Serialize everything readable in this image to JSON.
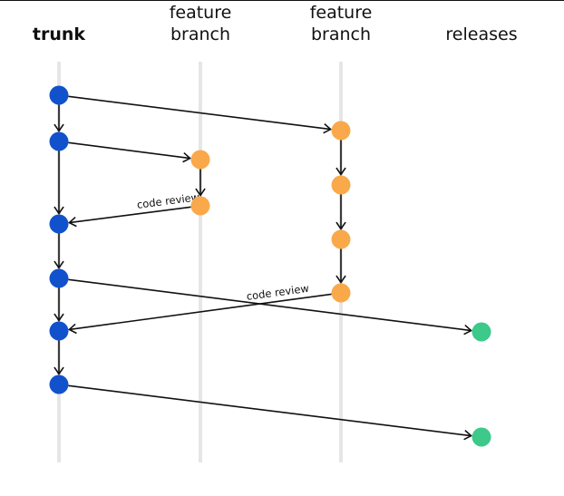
{
  "columns": [
    {
      "id": "trunk",
      "lines": [
        "trunk"
      ],
      "bold": true
    },
    {
      "id": "feature1",
      "lines": [
        "feature",
        "branch"
      ],
      "bold": false
    },
    {
      "id": "feature2",
      "lines": [
        "feature",
        "branch"
      ],
      "bold": false
    },
    {
      "id": "releases",
      "lines": [
        "releases"
      ],
      "bold": false
    }
  ],
  "colors": {
    "trunk": "#1152cc",
    "feature": "#f9a94a",
    "release": "#3cc98a",
    "lane": "#e6e6e6",
    "edge": "#111111"
  },
  "nodes": [
    {
      "id": "t1",
      "lane": "trunk",
      "row": 1,
      "kind": "trunk"
    },
    {
      "id": "t2",
      "lane": "trunk",
      "row": 2,
      "kind": "trunk"
    },
    {
      "id": "t3",
      "lane": "trunk",
      "row": 3,
      "kind": "trunk"
    },
    {
      "id": "t4",
      "lane": "trunk",
      "row": 4,
      "kind": "trunk"
    },
    {
      "id": "t5",
      "lane": "trunk",
      "row": 5,
      "kind": "trunk"
    },
    {
      "id": "t6",
      "lane": "trunk",
      "row": 6,
      "kind": "trunk"
    },
    {
      "id": "a1",
      "lane": "feature1",
      "row": 1,
      "kind": "feature"
    },
    {
      "id": "a2",
      "lane": "feature1",
      "row": 2,
      "kind": "feature"
    },
    {
      "id": "b1",
      "lane": "feature2",
      "row": 1,
      "kind": "feature"
    },
    {
      "id": "b2",
      "lane": "feature2",
      "row": 2,
      "kind": "feature"
    },
    {
      "id": "b3",
      "lane": "feature2",
      "row": 3,
      "kind": "feature"
    },
    {
      "id": "b4",
      "lane": "feature2",
      "row": 4,
      "kind": "feature"
    },
    {
      "id": "r1",
      "lane": "releases",
      "row": 1,
      "kind": "release"
    },
    {
      "id": "r2",
      "lane": "releases",
      "row": 2,
      "kind": "release"
    }
  ],
  "edges": [
    {
      "from": "t1",
      "to": "t2",
      "label": ""
    },
    {
      "from": "t2",
      "to": "t3",
      "label": ""
    },
    {
      "from": "t3",
      "to": "t4",
      "label": ""
    },
    {
      "from": "t4",
      "to": "t5",
      "label": ""
    },
    {
      "from": "t5",
      "to": "t6",
      "label": ""
    },
    {
      "from": "t1",
      "to": "b1",
      "label": ""
    },
    {
      "from": "b1",
      "to": "b2",
      "label": ""
    },
    {
      "from": "b2",
      "to": "b3",
      "label": ""
    },
    {
      "from": "b3",
      "to": "b4",
      "label": ""
    },
    {
      "from": "t2",
      "to": "a1",
      "label": ""
    },
    {
      "from": "a1",
      "to": "a2",
      "label": ""
    },
    {
      "from": "a2",
      "to": "t3",
      "label": "code review"
    },
    {
      "from": "t4",
      "to": "r1",
      "label": ""
    },
    {
      "from": "b4",
      "to": "t5",
      "label": "code review"
    },
    {
      "from": "t6",
      "to": "r2",
      "label": ""
    }
  ]
}
